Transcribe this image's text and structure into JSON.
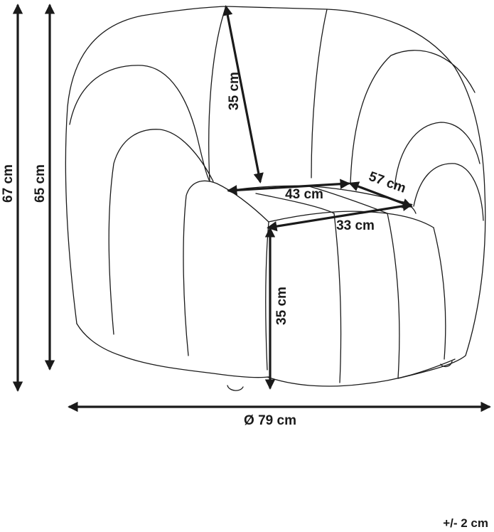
{
  "dimensions": {
    "total_height": "67 cm",
    "back_height": "65 cm",
    "backrest_height": "35 cm",
    "seat_width": "43 cm",
    "seat_depth_diagonal": "57 cm",
    "seat_depth": "33 cm",
    "seat_height": "35 cm",
    "diameter": "Ø 79 cm"
  },
  "tolerance": "+/- 2 cm",
  "colors": {
    "line": "#1a1a1a",
    "background": "#ffffff"
  }
}
